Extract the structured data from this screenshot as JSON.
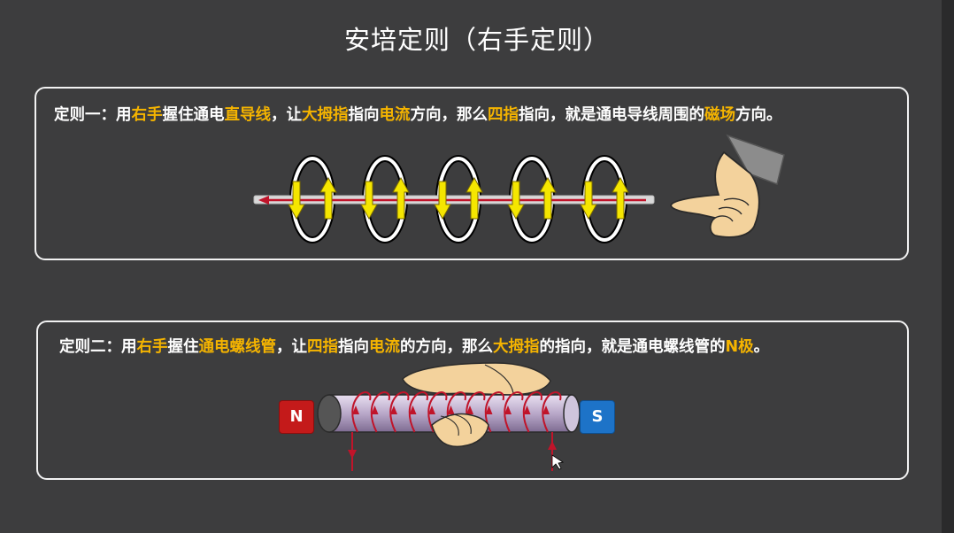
{
  "title": "安培定则（右手定则）",
  "rule_one": {
    "segments": [
      {
        "text": "定则一：用",
        "highlight": false
      },
      {
        "text": "右手",
        "highlight": true
      },
      {
        "text": "握住通电",
        "highlight": false
      },
      {
        "text": "直导线",
        "highlight": true
      },
      {
        "text": "，让",
        "highlight": false
      },
      {
        "text": "大拇指",
        "highlight": true
      },
      {
        "text": "指向",
        "highlight": false
      },
      {
        "text": "电流",
        "highlight": true
      },
      {
        "text": "方向，那么",
        "highlight": false
      },
      {
        "text": "四指",
        "highlight": true
      },
      {
        "text": "指向，就是通电导线周围的",
        "highlight": false
      },
      {
        "text": "磁场",
        "highlight": true
      },
      {
        "text": "方向。",
        "highlight": false
      }
    ]
  },
  "rule_two": {
    "segments": [
      {
        "text": "定则二：用",
        "highlight": false
      },
      {
        "text": "右手",
        "highlight": true
      },
      {
        "text": "握住",
        "highlight": false
      },
      {
        "text": "通电螺线管",
        "highlight": true
      },
      {
        "text": "，让",
        "highlight": false
      },
      {
        "text": "四指",
        "highlight": true
      },
      {
        "text": "指向",
        "highlight": false
      },
      {
        "text": "电流",
        "highlight": true
      },
      {
        "text": "的方向，那么",
        "highlight": false
      },
      {
        "text": "大拇指",
        "highlight": true
      },
      {
        "text": "的指向，就是通电螺线管的",
        "highlight": false
      },
      {
        "text": "N极",
        "highlight": true
      },
      {
        "text": "。",
        "highlight": false
      }
    ]
  },
  "solenoid": {
    "north_label": "N",
    "south_label": "S"
  },
  "colors": {
    "highlight": "#f5b400",
    "background": "#3d3d3e",
    "field_arrow": "#f5e600",
    "current": "#c0142a",
    "north": "#c41a1a",
    "south": "#1d73c8"
  }
}
